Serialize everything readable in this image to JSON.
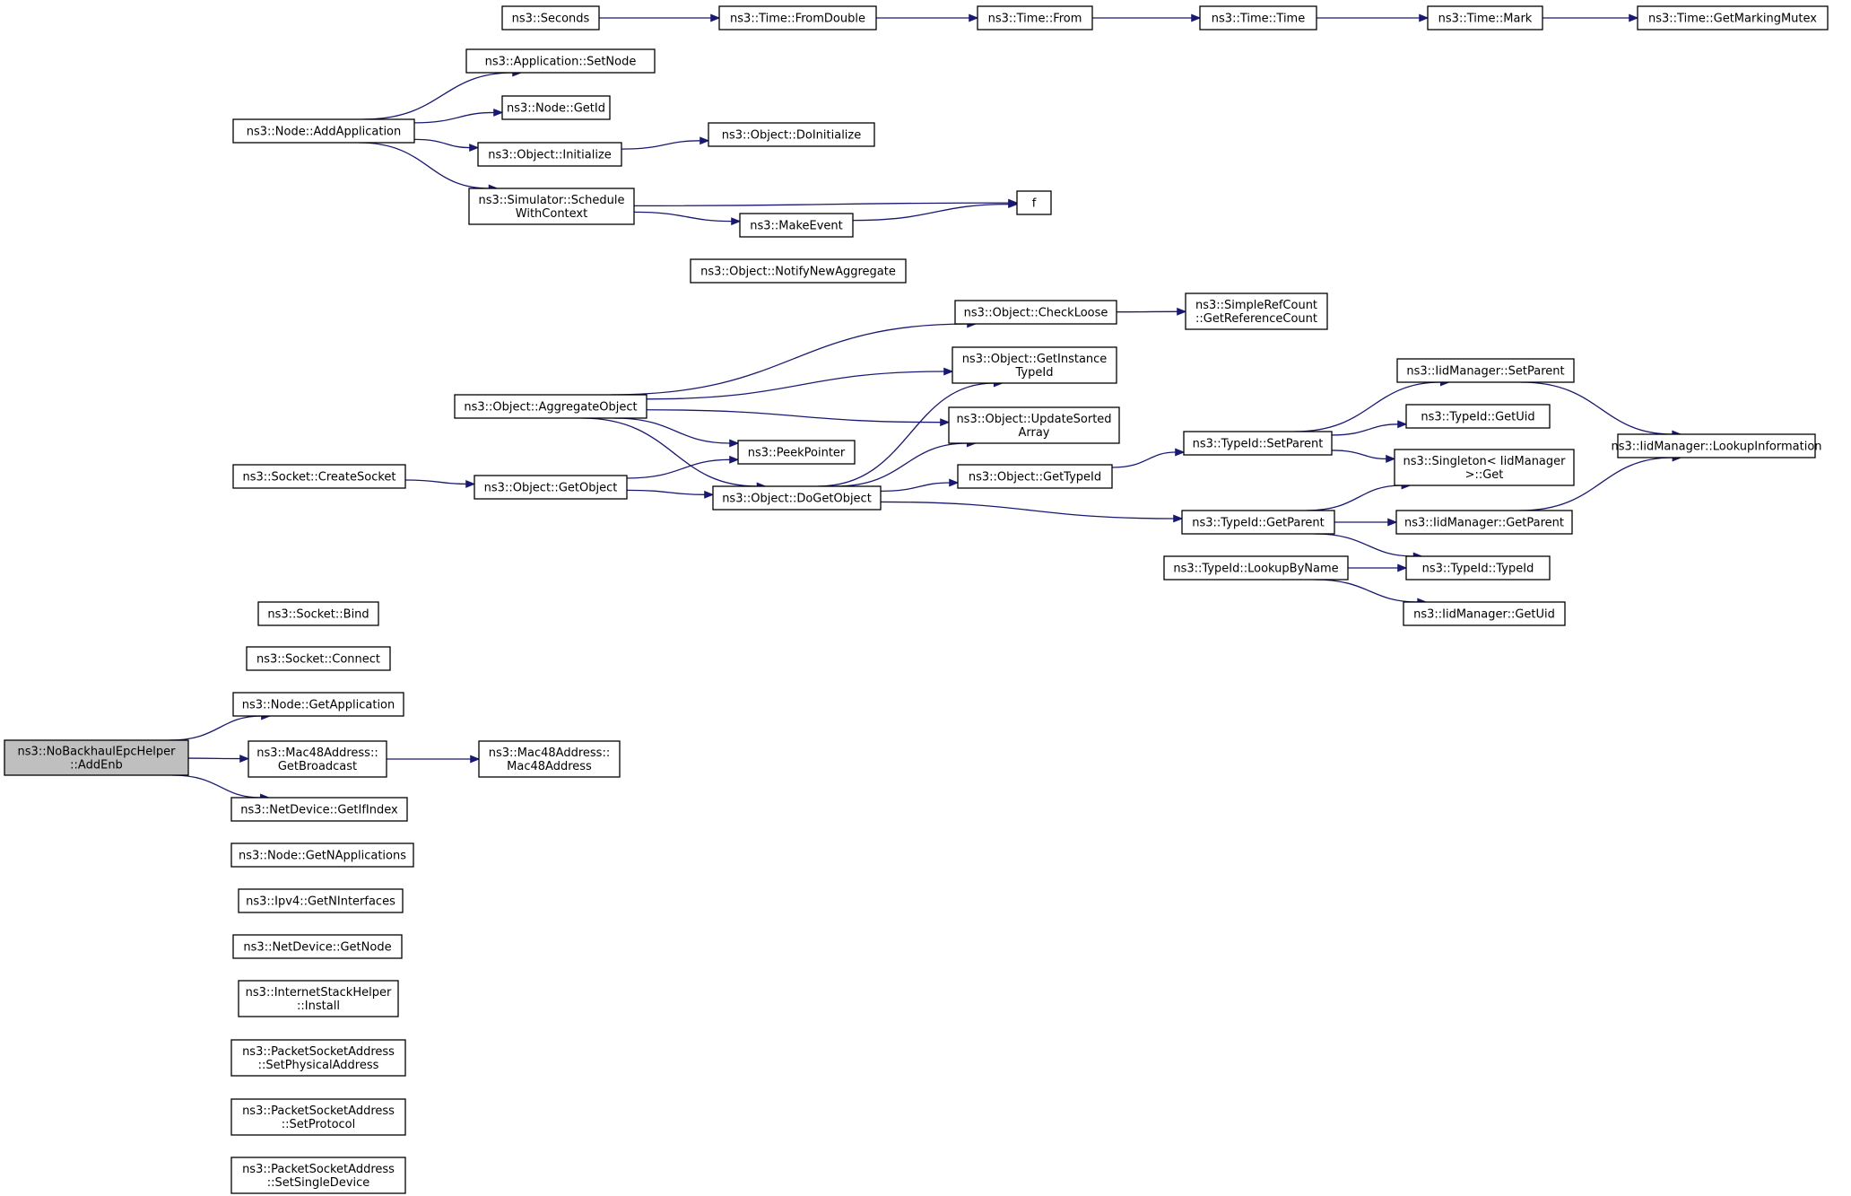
{
  "graph": {
    "edge_color": "#191970",
    "root_fill": "#bfbfbf",
    "nodes": [
      {
        "id": "root",
        "lines": [
          "ns3::NoBackhaulEpcHelper",
          "::AddEnb"
        ],
        "root": true
      },
      {
        "id": "addapp",
        "lines": [
          "ns3::Node::AddApplication"
        ]
      },
      {
        "id": "seconds",
        "lines": [
          "ns3::Seconds"
        ]
      },
      {
        "id": "fromdouble",
        "lines": [
          "ns3::Time::FromDouble"
        ]
      },
      {
        "id": "from",
        "lines": [
          "ns3::Time::From"
        ]
      },
      {
        "id": "timetime",
        "lines": [
          "ns3::Time::Time"
        ]
      },
      {
        "id": "mark",
        "lines": [
          "ns3::Time::Mark"
        ]
      },
      {
        "id": "mutex",
        "lines": [
          "ns3::Time::GetMarkingMutex"
        ]
      },
      {
        "id": "setnode",
        "lines": [
          "ns3::Application::SetNode"
        ]
      },
      {
        "id": "nodegetid",
        "lines": [
          "ns3::Node::GetId"
        ]
      },
      {
        "id": "init",
        "lines": [
          "ns3::Object::Initialize"
        ]
      },
      {
        "id": "doinit",
        "lines": [
          "ns3::Object::DoInitialize"
        ]
      },
      {
        "id": "sched",
        "lines": [
          "ns3::Simulator::Schedule",
          "WithContext"
        ]
      },
      {
        "id": "f",
        "lines": [
          "f"
        ]
      },
      {
        "id": "makeevent",
        "lines": [
          "ns3::MakeEvent"
        ]
      },
      {
        "id": "notify",
        "lines": [
          "ns3::Object::NotifyNewAggregate"
        ]
      },
      {
        "id": "checkloose",
        "lines": [
          "ns3::Object::CheckLoose"
        ]
      },
      {
        "id": "refcount",
        "lines": [
          "ns3::SimpleRefCount",
          "::GetReferenceCount"
        ]
      },
      {
        "id": "getinst",
        "lines": [
          "ns3::Object::GetInstance",
          "TypeId"
        ]
      },
      {
        "id": "aggr",
        "lines": [
          "ns3::Object::AggregateObject"
        ]
      },
      {
        "id": "updsorted",
        "lines": [
          "ns3::Object::UpdateSorted",
          "Array"
        ]
      },
      {
        "id": "peek",
        "lines": [
          "ns3::PeekPointer"
        ]
      },
      {
        "id": "createsock",
        "lines": [
          "ns3::Socket::CreateSocket"
        ]
      },
      {
        "id": "getobj",
        "lines": [
          "ns3::Object::GetObject"
        ]
      },
      {
        "id": "dogetobj",
        "lines": [
          "ns3::Object::DoGetObject"
        ]
      },
      {
        "id": "gettypeid",
        "lines": [
          "ns3::Object::GetTypeId"
        ]
      },
      {
        "id": "setparent",
        "lines": [
          "ns3::TypeId::SetParent"
        ]
      },
      {
        "id": "iidsetparent",
        "lines": [
          "ns3::IidManager::SetParent"
        ]
      },
      {
        "id": "typegetuid",
        "lines": [
          "ns3::TypeId::GetUid"
        ]
      },
      {
        "id": "singleton",
        "lines": [
          "ns3::Singleton< IidManager",
          ">::Get"
        ]
      },
      {
        "id": "lookupinfo",
        "lines": [
          "ns3::IidManager::LookupInformation"
        ]
      },
      {
        "id": "getparent",
        "lines": [
          "ns3::TypeId::GetParent"
        ]
      },
      {
        "id": "iidgetparent",
        "lines": [
          "ns3::IidManager::GetParent"
        ]
      },
      {
        "id": "lookupbyname",
        "lines": [
          "ns3::TypeId::LookupByName"
        ]
      },
      {
        "id": "typeidtypeid",
        "lines": [
          "ns3::TypeId::TypeId"
        ]
      },
      {
        "id": "iidgetuid",
        "lines": [
          "ns3::IidManager::GetUid"
        ]
      },
      {
        "id": "bind",
        "lines": [
          "ns3::Socket::Bind"
        ]
      },
      {
        "id": "connect",
        "lines": [
          "ns3::Socket::Connect"
        ]
      },
      {
        "id": "getapp",
        "lines": [
          "ns3::Node::GetApplication"
        ]
      },
      {
        "id": "getbcast",
        "lines": [
          "ns3::Mac48Address::",
          "GetBroadcast"
        ]
      },
      {
        "id": "mac48",
        "lines": [
          "ns3::Mac48Address::",
          "Mac48Address"
        ]
      },
      {
        "id": "getifindex",
        "lines": [
          "ns3::NetDevice::GetIfIndex"
        ]
      },
      {
        "id": "getnapps",
        "lines": [
          "ns3::Node::GetNApplications"
        ]
      },
      {
        "id": "getnif",
        "lines": [
          "ns3::Ipv4::GetNInterfaces"
        ]
      },
      {
        "id": "getnode",
        "lines": [
          "ns3::NetDevice::GetNode"
        ]
      },
      {
        "id": "install",
        "lines": [
          "ns3::InternetStackHelper",
          "::Install"
        ]
      },
      {
        "id": "setphys",
        "lines": [
          "ns3::PacketSocketAddress",
          "::SetPhysicalAddress"
        ]
      },
      {
        "id": "setproto",
        "lines": [
          "ns3::PacketSocketAddress",
          "::SetProtocol"
        ]
      },
      {
        "id": "setsingle",
        "lines": [
          "ns3::PacketSocketAddress",
          "::SetSingleDevice"
        ]
      }
    ],
    "edges": [
      [
        "root",
        "addapp"
      ],
      [
        "root",
        "aggr"
      ],
      [
        "root",
        "createsock"
      ],
      [
        "root",
        "getobj"
      ],
      [
        "root",
        "lookupbyname"
      ],
      [
        "root",
        "bind"
      ],
      [
        "root",
        "connect"
      ],
      [
        "root",
        "getapp"
      ],
      [
        "root",
        "getbcast"
      ],
      [
        "root",
        "getifindex"
      ],
      [
        "root",
        "getnapps"
      ],
      [
        "root",
        "getnif"
      ],
      [
        "root",
        "getnode"
      ],
      [
        "root",
        "install"
      ],
      [
        "root",
        "setphys"
      ],
      [
        "root",
        "setproto"
      ],
      [
        "root",
        "setsingle"
      ],
      [
        "addapp",
        "seconds"
      ],
      [
        "addapp",
        "setnode"
      ],
      [
        "addapp",
        "nodegetid"
      ],
      [
        "addapp",
        "init"
      ],
      [
        "addapp",
        "sched"
      ],
      [
        "seconds",
        "fromdouble"
      ],
      [
        "fromdouble",
        "from"
      ],
      [
        "from",
        "timetime"
      ],
      [
        "timetime",
        "mark"
      ],
      [
        "mark",
        "mutex"
      ],
      [
        "init",
        "doinit"
      ],
      [
        "sched",
        "f"
      ],
      [
        "sched",
        "makeevent"
      ],
      [
        "makeevent",
        "f"
      ],
      [
        "aggr",
        "notify"
      ],
      [
        "aggr",
        "checkloose"
      ],
      [
        "aggr",
        "getinst"
      ],
      [
        "aggr",
        "updsorted"
      ],
      [
        "aggr",
        "peek"
      ],
      [
        "aggr",
        "dogetobj"
      ],
      [
        "checkloose",
        "refcount"
      ],
      [
        "createsock",
        "getobj"
      ],
      [
        "getobj",
        "peek"
      ],
      [
        "getobj",
        "dogetobj"
      ],
      [
        "dogetobj",
        "checkloose"
      ],
      [
        "dogetobj",
        "getinst"
      ],
      [
        "dogetobj",
        "updsorted"
      ],
      [
        "dogetobj",
        "gettypeid"
      ],
      [
        "dogetobj",
        "getparent"
      ],
      [
        "gettypeid",
        "setparent"
      ],
      [
        "setparent",
        "iidsetparent"
      ],
      [
        "setparent",
        "typegetuid"
      ],
      [
        "setparent",
        "singleton"
      ],
      [
        "iidsetparent",
        "lookupinfo"
      ],
      [
        "getparent",
        "singleton"
      ],
      [
        "getparent",
        "iidgetparent"
      ],
      [
        "getparent",
        "typeidtypeid"
      ],
      [
        "iidgetparent",
        "lookupinfo"
      ],
      [
        "lookupbyname",
        "singleton"
      ],
      [
        "lookupbyname",
        "typeidtypeid"
      ],
      [
        "lookupbyname",
        "iidgetuid"
      ],
      [
        "getbcast",
        "mac48"
      ]
    ]
  }
}
